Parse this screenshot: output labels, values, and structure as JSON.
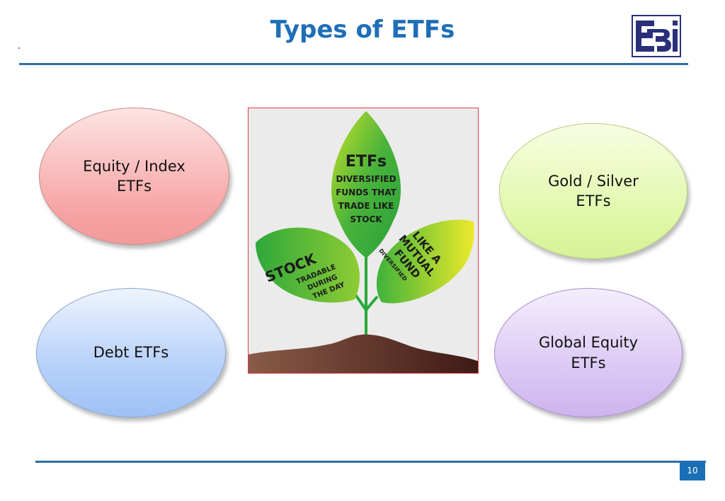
{
  "slide": {
    "title": "Types of ETFs",
    "page_number": "10",
    "logo_text": "SEBI"
  },
  "ovals": [
    {
      "line1": "Equity / Index",
      "line2": "ETFs"
    },
    {
      "line1": "Gold / Silver",
      "line2": "ETFs"
    },
    {
      "line1": "Debt ETFs",
      "line2": ""
    },
    {
      "line1": "Global Equity",
      "line2": "ETFs"
    }
  ],
  "plant_image": {
    "center_leaf": {
      "heading": "ETFs",
      "lines": [
        "DIVERSIFIED",
        "FUNDS THAT",
        "TRADE LIKE",
        "STOCK"
      ]
    },
    "left_leaf": {
      "heading": "STOCK",
      "lines": [
        "TRADABLE",
        "DURING",
        "THE DAY"
      ]
    },
    "right_leaf": {
      "lines": [
        "LIKE A",
        "MUTUAL",
        "FUND"
      ],
      "sub": "DIVERSIFIED"
    },
    "colors": {
      "leaf_dark": "#2fa83a",
      "leaf_light": "#d8e82a",
      "soil": "#5a2a1e",
      "stem": "#2aa83a"
    }
  },
  "colors": {
    "title": "#1f6fb8",
    "rule": "#2f6fa3",
    "page_badge": "#1b6fb6"
  }
}
